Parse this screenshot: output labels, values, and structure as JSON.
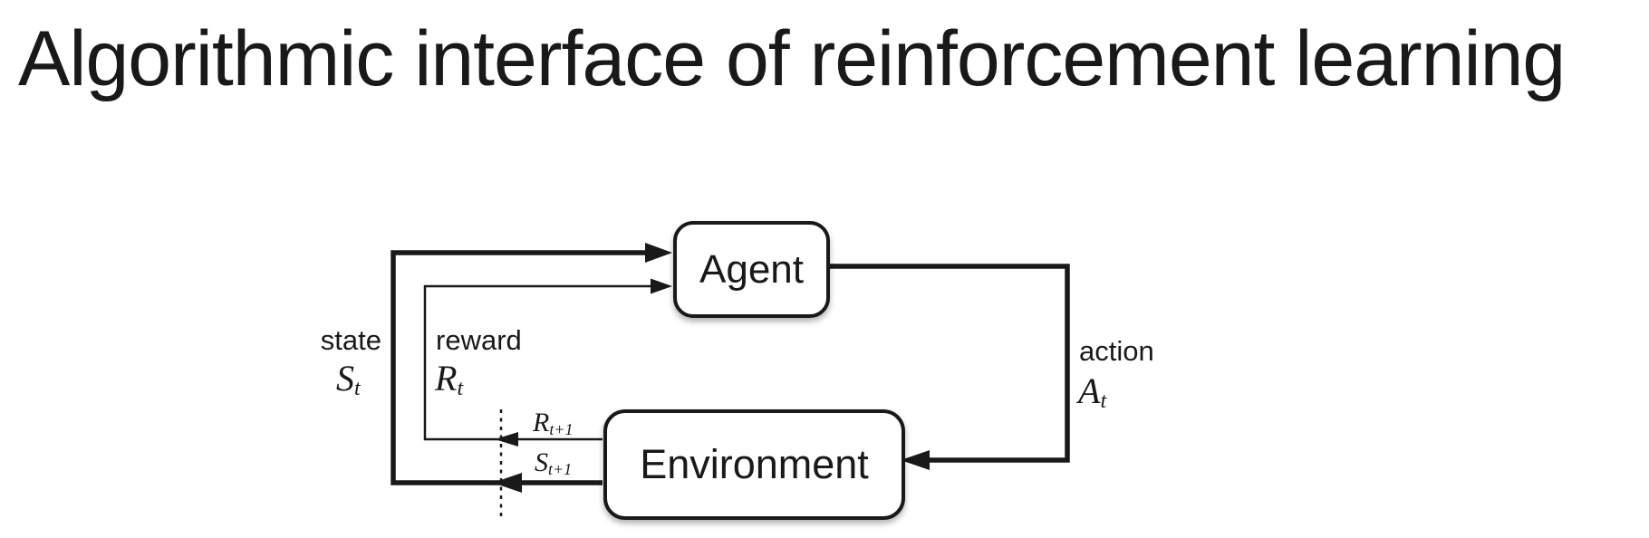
{
  "title": "Algorithmic interface of reinforcement learning",
  "diagram": {
    "nodes": {
      "agent": {
        "label": "Agent"
      },
      "environment": {
        "label": "Environment"
      }
    },
    "labels": {
      "state": {
        "word": "state",
        "symbol": "S",
        "subscript": "t"
      },
      "reward": {
        "word": "reward",
        "symbol": "R",
        "subscript": "t"
      },
      "action": {
        "word": "action",
        "symbol": "A",
        "subscript": "t"
      },
      "next_reward": {
        "symbol": "R",
        "subscript": "t+1"
      },
      "next_state": {
        "symbol": "S",
        "subscript": "t+1"
      }
    },
    "colors": {
      "ink": "#191919",
      "box_fill": "#ffffff",
      "background": "#ffffff"
    }
  }
}
